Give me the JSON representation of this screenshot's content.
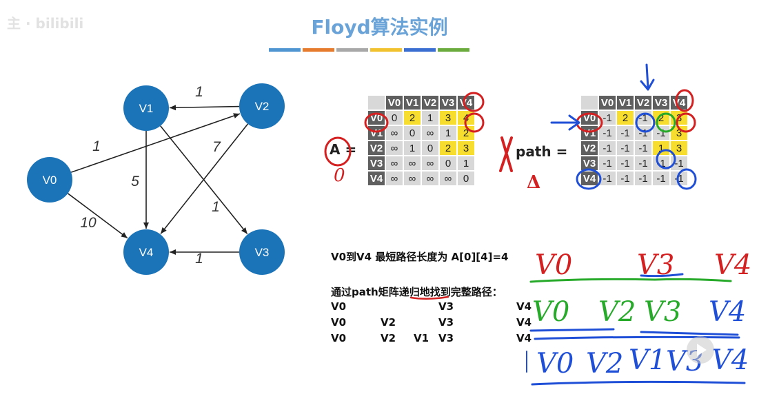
{
  "watermark": "主 · bilibili",
  "slide_title": "Floyd算法实例",
  "title_bar_colors": [
    "#4f95d1",
    "#e67b2e",
    "#a8a8a8",
    "#f2c12e",
    "#3a6fd1",
    "#6bab3e"
  ],
  "graph": {
    "node_color": "#1b73b8",
    "nodes": [
      {
        "id": "V0",
        "label": "V0"
      },
      {
        "id": "V1",
        "label": "V1"
      },
      {
        "id": "V2",
        "label": "V2"
      },
      {
        "id": "V3",
        "label": "V3"
      },
      {
        "id": "V4",
        "label": "V4"
      }
    ],
    "edges": [
      {
        "from": "V2",
        "to": "V1",
        "weight": "1"
      },
      {
        "from": "V0",
        "to": "V2",
        "weight": "1"
      },
      {
        "from": "V1",
        "to": "V4",
        "weight": "5"
      },
      {
        "from": "V2",
        "to": "V4",
        "weight": "7"
      },
      {
        "from": "V1",
        "to": "V3",
        "weight": "1"
      },
      {
        "from": "V0",
        "to": "V4",
        "weight": "10"
      },
      {
        "from": "V3",
        "to": "V4",
        "weight": "1"
      }
    ]
  },
  "matrix_a": {
    "label": "A =",
    "headers": [
      "V0",
      "V1",
      "V2",
      "V3",
      "V4"
    ],
    "rows": [
      [
        "0",
        "2",
        "1",
        "3",
        "4"
      ],
      [
        "∞",
        "0",
        "∞",
        "1",
        "2"
      ],
      [
        "∞",
        "1",
        "0",
        "2",
        "3"
      ],
      [
        "∞",
        "∞",
        "∞",
        "0",
        "1"
      ],
      [
        "∞",
        "∞",
        "∞",
        "∞",
        "0"
      ]
    ],
    "highlighted": [
      [
        0,
        1
      ],
      [
        0,
        3
      ],
      [
        0,
        4
      ],
      [
        1,
        4
      ],
      [
        2,
        3
      ],
      [
        2,
        4
      ]
    ]
  },
  "matrix_path": {
    "label": "path =",
    "headers": [
      "V0",
      "V1",
      "V2",
      "V3",
      "V4"
    ],
    "rows": [
      [
        "-1",
        "2",
        "-1",
        "2",
        "3"
      ],
      [
        "-1",
        "-1",
        "-1",
        "-1",
        "3"
      ],
      [
        "-1",
        "-1",
        "-1",
        "1",
        "3"
      ],
      [
        "-1",
        "-1",
        "-1",
        "-1",
        "-1"
      ],
      [
        "-1",
        "-1",
        "-1",
        "-1",
        "-1"
      ]
    ],
    "highlighted": [
      [
        0,
        1
      ],
      [
        0,
        3
      ],
      [
        0,
        4
      ],
      [
        1,
        4
      ],
      [
        2,
        3
      ],
      [
        2,
        4
      ]
    ]
  },
  "result_line": "V0到V4 最短路径长度为 A[0][4]=4",
  "path_intro": {
    "before": "通过path矩阵",
    "underlined": "递归地",
    "after": "找到完整路径："
  },
  "path_rows": [
    [
      "V0",
      "",
      "",
      "V3",
      "V4"
    ],
    [
      "V0",
      "V2",
      "",
      "V3",
      "V4"
    ],
    [
      "V0",
      "V2",
      "V1",
      "V3",
      "V4"
    ]
  ],
  "handwriting": {
    "line1": [
      "V0",
      "V3",
      "V4"
    ],
    "line2": [
      "V0",
      "V2",
      "V3",
      "V4"
    ],
    "line3": [
      "V0",
      "V2",
      "V1",
      "V3",
      "V4"
    ],
    "a_subscript": "0",
    "path_subscript": "Δ"
  }
}
